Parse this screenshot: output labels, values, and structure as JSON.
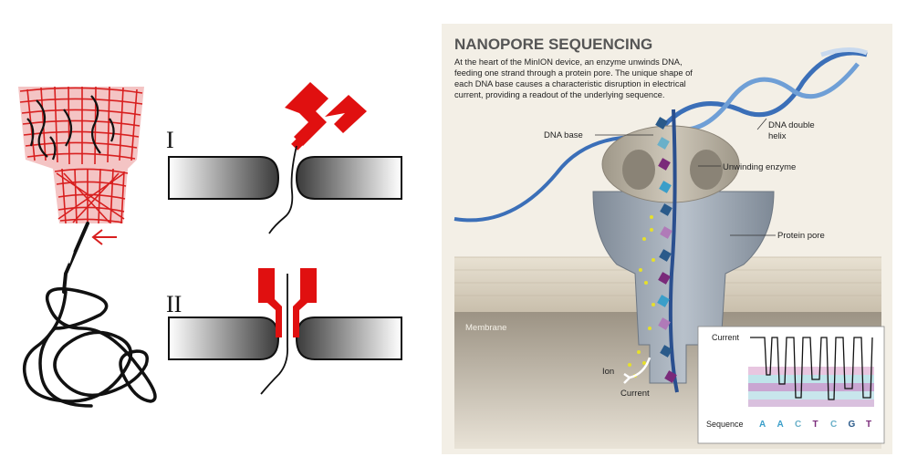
{
  "left_figure": {
    "stage_1_label": "I",
    "stage_2_label": "II"
  },
  "right_figure": {
    "title": "NANOPORE SEQUENCING",
    "description_lines": [
      "At the heart of the MinION device, an enzyme unwinds DNA,",
      "feeding one strand through a protein pore. The unique shape of",
      "each DNA base causes a characteristic disruption in electrical",
      "current, providing a readout of the underlying sequence."
    ],
    "labels": {
      "dna_base": "DNA base",
      "dna_double_helix_line1": "DNA double",
      "dna_double_helix_line2": "helix",
      "unwinding_enzyme": "Unwinding enzyme",
      "protein_pore": "Protein pore",
      "membrane": "Membrane",
      "ion": "Ion",
      "current": "Current"
    },
    "inset": {
      "current_label": "Current",
      "sequence_label": "Sequence",
      "bases": [
        {
          "letter": "A",
          "color": "#3a9ec9"
        },
        {
          "letter": "A",
          "color": "#3a9ec9"
        },
        {
          "letter": "C",
          "color": "#6ab0c9"
        },
        {
          "letter": "T",
          "color": "#7a2a7a"
        },
        {
          "letter": "C",
          "color": "#6ab0c9"
        },
        {
          "letter": "G",
          "color": "#2a5a8a"
        },
        {
          "letter": "T",
          "color": "#7a2a7a"
        }
      ]
    },
    "colors": {
      "panel_bg": "#f3efe6",
      "membrane": "#d8d0c0",
      "pore": "#9aa4b0",
      "enzyme": "#bdb6a8",
      "dna_blue": "#3b6fb8",
      "ion_yellow": "#e6e02a"
    }
  }
}
